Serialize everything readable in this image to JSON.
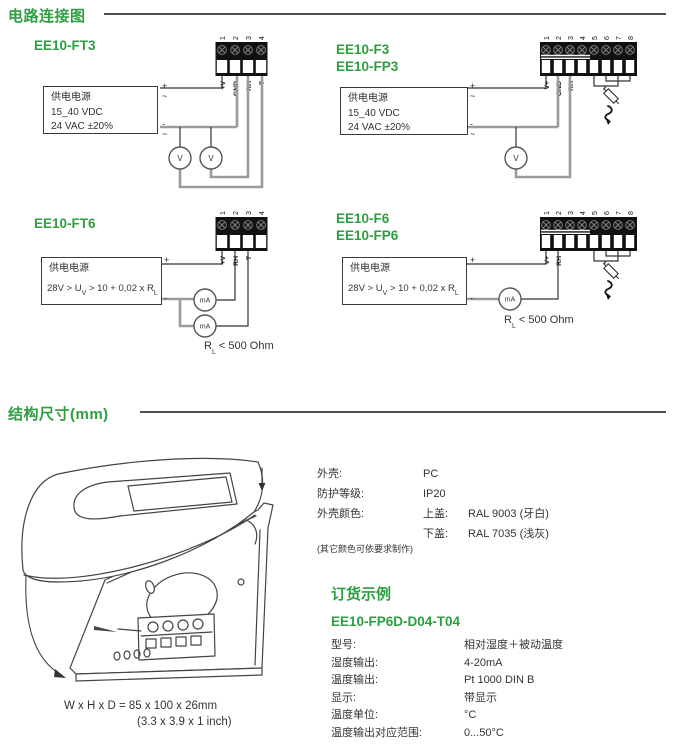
{
  "sections": {
    "circuit_title": "电路连接图",
    "dimensions_title": "结构尺寸(mm)"
  },
  "circuit": {
    "d1": {
      "title": "EE10-FT3",
      "supply_l1": "供电电源",
      "supply_l2": "15_40 VDC",
      "supply_l3": "24 VAC ±20%",
      "plus": "+",
      "plus_ac": "~",
      "minus": "-",
      "minus_ac": "~",
      "n1": "1",
      "n2": "2",
      "n3": "3",
      "n4": "4",
      "t1": "+V",
      "t2": "GND",
      "t3": "RH",
      "t4": "T",
      "meter": "V"
    },
    "d2": {
      "title1": "EE10-F3",
      "title2": "EE10-FP3",
      "supply_l1": "供电电源",
      "supply_l2": "15_40 VDC",
      "supply_l3": "24 VAC ±20%",
      "plus": "+",
      "plus_ac": "~",
      "minus": "-",
      "minus_ac": "~",
      "n1": "1",
      "n2": "2",
      "n3": "3",
      "n4": "4",
      "n5": "5",
      "n6": "6",
      "n7": "7",
      "n8": "8",
      "t1": "V+",
      "t2": "GND",
      "t3": "RH",
      "meter": "V"
    },
    "d3": {
      "title": "EE10-FT6",
      "supply_l1": "供电电源",
      "f_p1": "28V > U",
      "f_s1": "V",
      "f_p2": " > 10 + 0,02 x R",
      "f_s2": "L",
      "plus": "+",
      "minus": "-",
      "n1": "1",
      "n2": "2",
      "n3": "3",
      "n4": "4",
      "t1": "+V",
      "t2": "RH",
      "t3": "T",
      "meter": "mA",
      "rl_p1": "R",
      "rl_s1": "L",
      "rl_p2": " < 500 Ohm"
    },
    "d4": {
      "title1": "EE10-F6",
      "title2": "EE10-FP6",
      "supply_l1": "供电电源",
      "f_p1": "28V > U",
      "f_s1": "V",
      "f_p2": " > 10 + 0,02 x R",
      "f_s2": "L",
      "plus": "+",
      "minus": "-",
      "n1": "1",
      "n2": "2",
      "n3": "3",
      "n4": "4",
      "n5": "5",
      "n6": "6",
      "n7": "7",
      "n8": "8",
      "t1": "V+",
      "t2": "RH",
      "meter": "mA",
      "rl_p1": "R",
      "rl_s1": "L",
      "rl_p2": " < 500 Ohm"
    }
  },
  "dimensions": {
    "dim1": "W x H x D =  85 x 100 x 26mm",
    "dim2": "(3.3 x 3.9 x 1 inch)",
    "specs": [
      {
        "label": "外壳:",
        "sub": "",
        "value": "PC"
      },
      {
        "label": "防护等级:",
        "sub": "",
        "value": "IP20"
      },
      {
        "label": "外壳颜色:",
        "sub": "上盖:",
        "value": "RAL 9003 (牙白)"
      },
      {
        "label": "",
        "sub": "下盖:",
        "value": "RAL 7035 (浅灰)"
      }
    ],
    "note": "(其它颜色可依要求制作)"
  },
  "order": {
    "title": "订货示例",
    "code": "EE10-FP6D-D04-T04",
    "rows": [
      {
        "label": "型号:",
        "value": "相对湿度＋被动温度"
      },
      {
        "label": "湿度输出:",
        "value": "4-20mA"
      },
      {
        "label": "温度输出:",
        "value": "Pt 1000 DIN B"
      },
      {
        "label": "显示:",
        "value": "带显示"
      },
      {
        "label": "温度单位:",
        "value": "°C"
      },
      {
        "label": "温度输出对应范围:",
        "value": "0...50°C"
      }
    ]
  }
}
